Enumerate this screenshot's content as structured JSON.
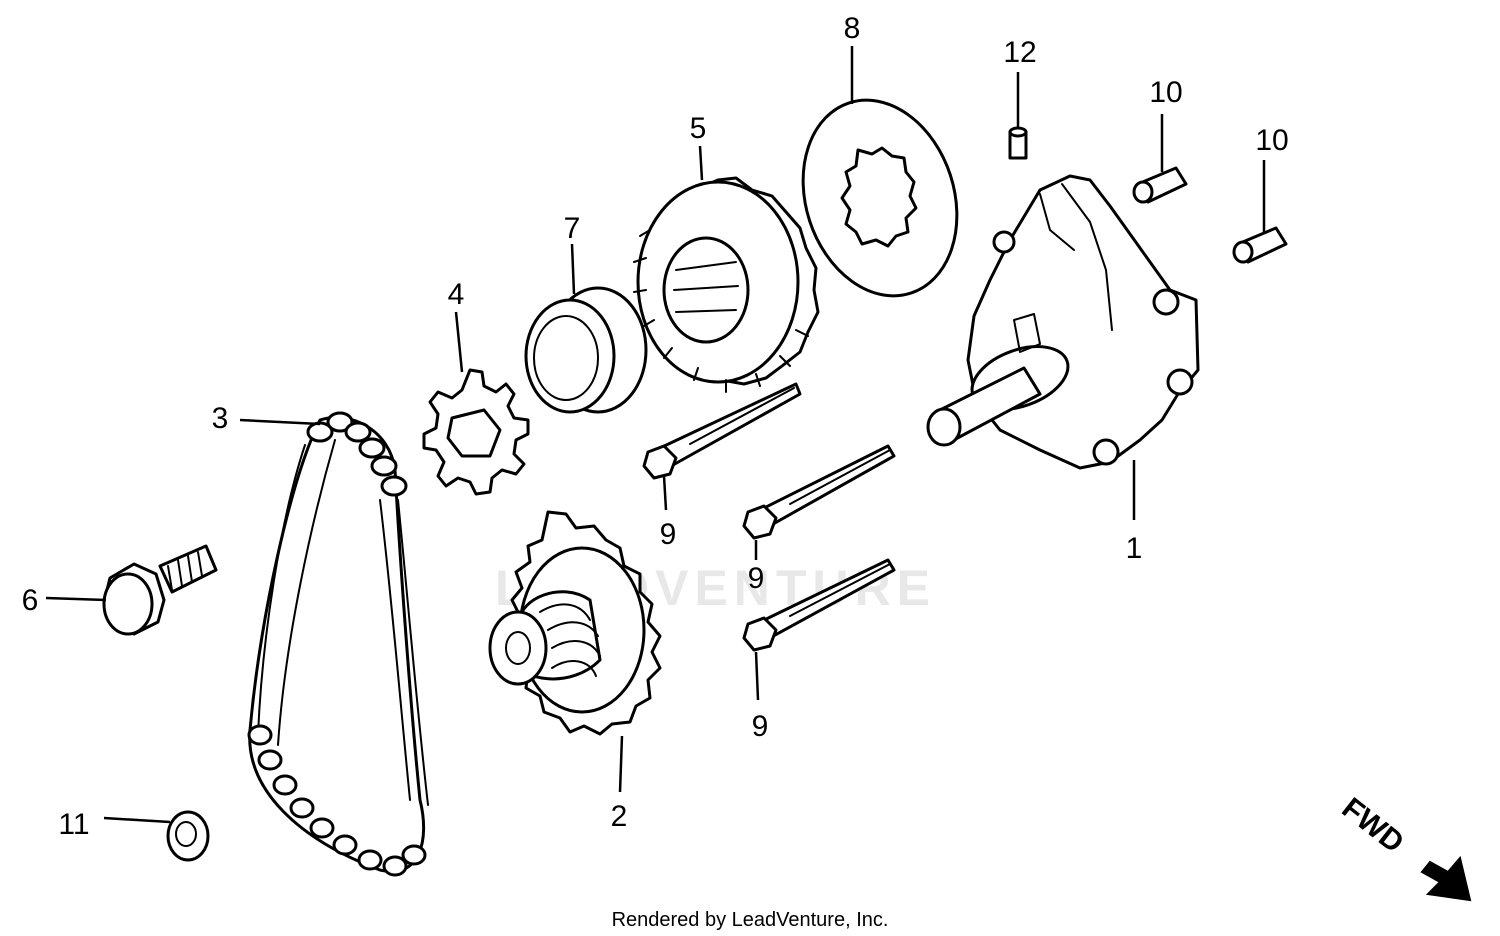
{
  "watermark": "LEADVENTURE",
  "credit": "Rendered by LeadVenture, Inc.",
  "direction": {
    "label": "FWD",
    "icon": "forward-arrow-icon"
  },
  "callouts": {
    "c1": "1",
    "c2": "2",
    "c3": "3",
    "c4": "4",
    "c5": "5",
    "c6": "6",
    "c7": "7",
    "c8": "8",
    "c9a": "9",
    "c9b": "9",
    "c9c": "9",
    "c10a": "10",
    "c10b": "10",
    "c11": "11",
    "c12": "12"
  },
  "colors": {
    "line": "#000000",
    "background": "#ffffff",
    "watermark": "#e8e8e8"
  }
}
